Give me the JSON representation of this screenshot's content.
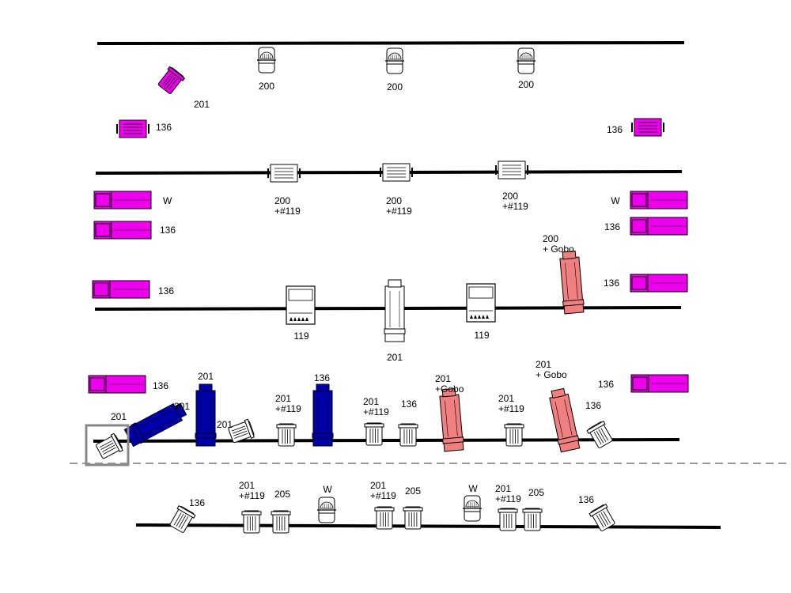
{
  "colors": {
    "background": "#ffffff",
    "pipe": "#000000",
    "stage_edge": "#999999",
    "selection": "#888888",
    "magenta": "#ee00ee",
    "blue": "#0000aa",
    "salmon": "#f08080",
    "white": "#ffffff"
  },
  "pipes": [
    {
      "id": "pipe-1"
    },
    {
      "id": "pipe-2"
    },
    {
      "id": "pipe-3"
    },
    {
      "id": "pipe-4"
    },
    {
      "id": "pipe-5"
    }
  ],
  "stage_edge": {
    "style": "dashed"
  },
  "fixtures": [
    {
      "type": "pc",
      "color": "magenta",
      "label": "201"
    },
    {
      "type": "fresnel",
      "color": "magenta",
      "label": "136"
    },
    {
      "type": "fresnel",
      "color": "magenta",
      "label": "136"
    },
    {
      "type": "par",
      "color": "white",
      "label": "200"
    },
    {
      "type": "par",
      "color": "white",
      "label": "200"
    },
    {
      "type": "par",
      "color": "white",
      "label": "200"
    },
    {
      "type": "fresnel",
      "color": "white",
      "label": "200\n+#119"
    },
    {
      "type": "fresnel",
      "color": "white",
      "label": "200\n+#119"
    },
    {
      "type": "fresnel",
      "color": "white",
      "label": "200\n+#119"
    },
    {
      "type": "long",
      "color": "magenta",
      "label": "W"
    },
    {
      "type": "long",
      "color": "magenta",
      "label": "136"
    },
    {
      "type": "long",
      "color": "magenta",
      "label": "W"
    },
    {
      "type": "long",
      "color": "magenta",
      "label": "136"
    },
    {
      "type": "long",
      "color": "magenta",
      "label": "136"
    },
    {
      "type": "long",
      "color": "magenta",
      "label": "136"
    },
    {
      "type": "flood",
      "color": "white",
      "label": "119"
    },
    {
      "type": "flood",
      "color": "white",
      "label": "119"
    },
    {
      "type": "profile",
      "color": "white",
      "label": "201"
    },
    {
      "type": "profile",
      "color": "salmon",
      "label": "200\n+ Gobo"
    },
    {
      "type": "long",
      "color": "magenta",
      "label": "136"
    },
    {
      "type": "long",
      "color": "magenta",
      "label": "136"
    },
    {
      "type": "profile",
      "color": "blue",
      "label": "201"
    },
    {
      "type": "profile",
      "color": "blue",
      "label": "201"
    },
    {
      "type": "profile",
      "color": "blue",
      "label": "136"
    },
    {
      "type": "profile",
      "color": "salmon",
      "label": "201\n+Gobo"
    },
    {
      "type": "profile",
      "color": "salmon",
      "label": "201\n+ Gobo"
    },
    {
      "type": "small",
      "color": "white",
      "label": "201"
    },
    {
      "type": "small",
      "color": "white",
      "label": "201"
    },
    {
      "type": "small",
      "color": "white",
      "label": "201\n+#119"
    },
    {
      "type": "small",
      "color": "white",
      "label": "201\n+#119"
    },
    {
      "type": "small",
      "color": "white",
      "label": "136"
    },
    {
      "type": "small",
      "color": "white",
      "label": "201\n+#119"
    },
    {
      "type": "small",
      "color": "white",
      "label": "136"
    },
    {
      "type": "small",
      "color": "white",
      "label": "136"
    },
    {
      "type": "small",
      "color": "white",
      "label": "201\n+#119"
    },
    {
      "type": "small",
      "color": "white",
      "label": "205"
    },
    {
      "type": "par",
      "color": "white",
      "label": "W"
    },
    {
      "type": "small",
      "color": "white",
      "label": "201\n+#119"
    },
    {
      "type": "small",
      "color": "white",
      "label": "205"
    },
    {
      "type": "par",
      "color": "white",
      "label": "W"
    },
    {
      "type": "small",
      "color": "white",
      "label": "201\n+#119"
    },
    {
      "type": "small",
      "color": "white",
      "label": "205"
    },
    {
      "type": "small",
      "color": "white",
      "label": "136"
    }
  ]
}
